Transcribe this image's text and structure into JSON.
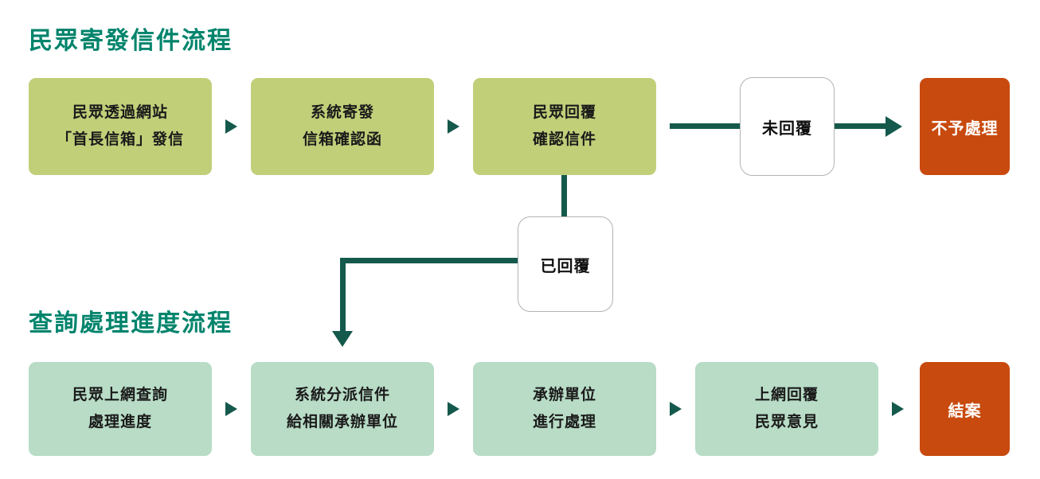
{
  "colors": {
    "section1_box": "#c2cf79",
    "section2_box": "#b8dcc6",
    "terminal_box": "#c84a0e",
    "title_text": "#00846c",
    "arrow": "#15594c"
  },
  "section1": {
    "title": "民眾寄發信件流程",
    "steps": [
      {
        "line1": "民眾透過網站",
        "line2": "「首長信箱」發信"
      },
      {
        "line1": "系統寄發",
        "line2": "信箱確認函"
      },
      {
        "line1": "民眾回覆",
        "line2": "確認信件"
      }
    ],
    "branch_no_reply": "未回覆",
    "terminal": "不予處理"
  },
  "branch_replied": "已回覆",
  "section2": {
    "title": "查詢處理進度流程",
    "steps": [
      {
        "line1": "民眾上網查詢",
        "line2": "處理進度"
      },
      {
        "line1": "系統分派信件",
        "line2": "給相關承辦單位"
      },
      {
        "line1": "承辦單位",
        "line2": "進行處理"
      },
      {
        "line1": "上網回覆",
        "line2": "民眾意見"
      }
    ],
    "terminal": "結案"
  }
}
